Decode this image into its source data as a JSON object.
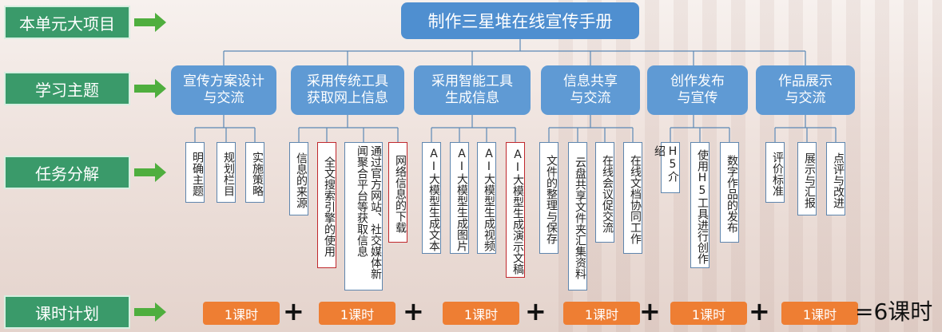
{
  "row_labels": [
    "本单元大项目",
    "学习主题",
    "任务分解",
    "课时计划"
  ],
  "project": "制作三星堆在线宣传手册",
  "themes": [
    {
      "line1": "宣传方案设计",
      "line2": "与交流"
    },
    {
      "line1": "采用传统工具",
      "line2": "获取网上信息"
    },
    {
      "line1": "采用智能工具",
      "line2": "生成信息"
    },
    {
      "line1": "信息共享",
      "line2": "与交流"
    },
    {
      "line1": "创作发布",
      "line2": "与宣传"
    },
    {
      "line1": "作品展示",
      "line2": "与交流"
    }
  ],
  "tasks": [
    "明确主题",
    "规划栏目",
    "实施策略",
    "信息的来源",
    "全文搜索引擎的使用",
    "通过官方网站、社交媒体新闻聚合平台等获取信息",
    "网络信息的下载",
    "AI大模型生成文本",
    "AI大模型生成图片",
    "AI大模型生成视频",
    "AI大模型生成演示文稿",
    "文件的整理与保存",
    "云盘共享文件夹汇集资料",
    "在线会议促交流",
    "在线文档协同工作",
    "H5介绍",
    "使用H5工具进行创作",
    "数字作品的发布",
    "评价标准",
    "展示与汇报",
    "点评与改进"
  ],
  "lessons": [
    "1课时",
    "1课时",
    "1课时",
    "1课时",
    "1课时",
    "1课时"
  ],
  "plus": "+",
  "total": "=6课时",
  "colors": {
    "label_green": "#3a9a6a",
    "box_blue": "#5f9ad4",
    "lesson_orange": "#ee7e33",
    "highlight_red": "#c0282d"
  }
}
